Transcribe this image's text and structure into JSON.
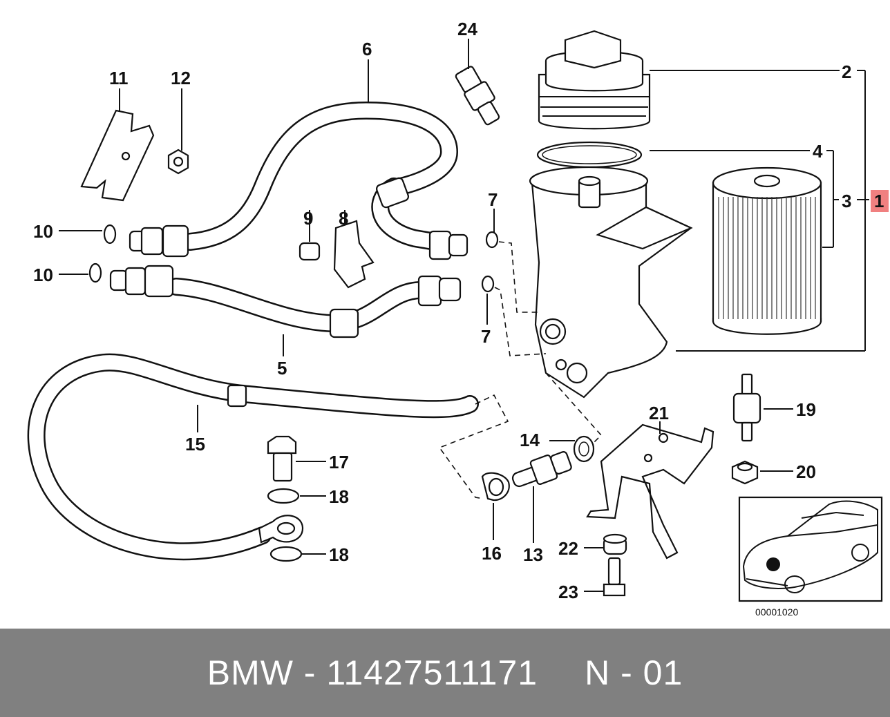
{
  "diagram": {
    "callouts": [
      {
        "id": "1",
        "text": "1",
        "highlighted": true
      },
      {
        "id": "2",
        "text": "2"
      },
      {
        "id": "3",
        "text": "3"
      },
      {
        "id": "4",
        "text": "4"
      },
      {
        "id": "5",
        "text": "5"
      },
      {
        "id": "6",
        "text": "6"
      },
      {
        "id": "7a",
        "text": "7"
      },
      {
        "id": "7b",
        "text": "7"
      },
      {
        "id": "8",
        "text": "8"
      },
      {
        "id": "9",
        "text": "9"
      },
      {
        "id": "10a",
        "text": "10"
      },
      {
        "id": "10b",
        "text": "10"
      },
      {
        "id": "11",
        "text": "11"
      },
      {
        "id": "12",
        "text": "12"
      },
      {
        "id": "13",
        "text": "13"
      },
      {
        "id": "14",
        "text": "14"
      },
      {
        "id": "15",
        "text": "15"
      },
      {
        "id": "16",
        "text": "16"
      },
      {
        "id": "17",
        "text": "17"
      },
      {
        "id": "18a",
        "text": "18"
      },
      {
        "id": "18b",
        "text": "18"
      },
      {
        "id": "19",
        "text": "19"
      },
      {
        "id": "20",
        "text": "20"
      },
      {
        "id": "21",
        "text": "21"
      },
      {
        "id": "22",
        "text": "22"
      },
      {
        "id": "23",
        "text": "23"
      },
      {
        "id": "24",
        "text": "24"
      }
    ],
    "inset_code": "00001020",
    "highlight_color": "#f08080"
  },
  "footer": {
    "part_text": "BMW - 11427511171",
    "position_text": "N - 01",
    "background": "#808080"
  }
}
